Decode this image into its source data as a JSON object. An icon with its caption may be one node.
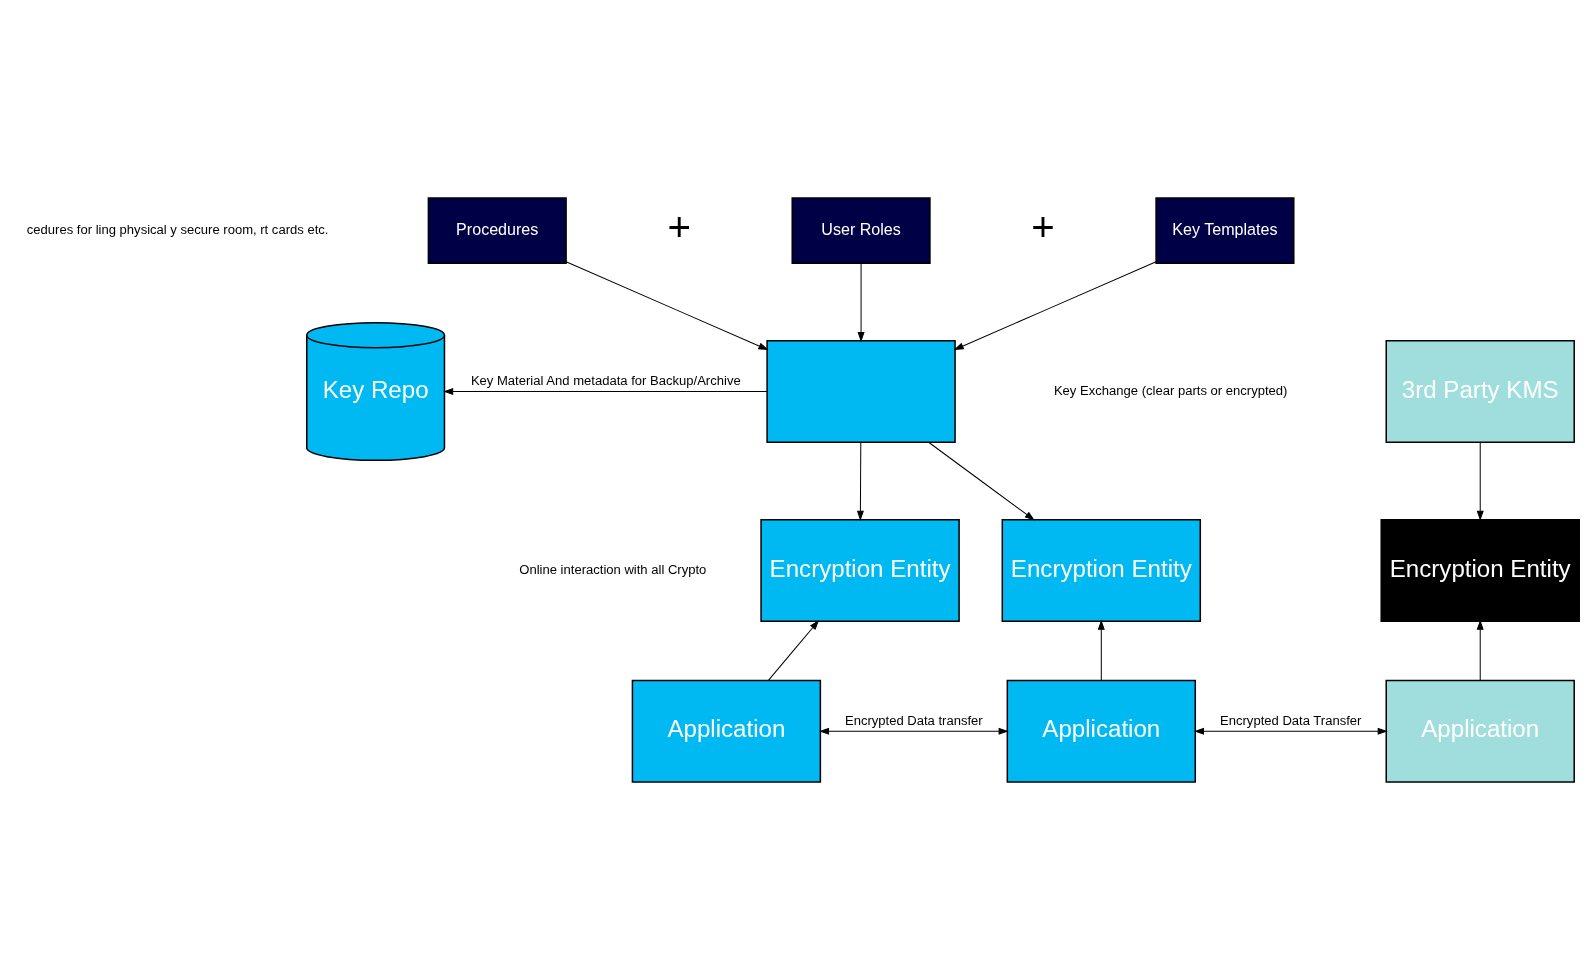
{
  "diagram": {
    "nodes": [
      {
        "text": [
          "Procedures"
        ]
      },
      {
        "text": [
          "User Roles"
        ]
      },
      {
        "text": [
          "Key Templates"
        ]
      },
      {
        "text": [
          "Key Repo"
        ]
      },
      {
        "text": [],
        "shape": "box"
      },
      {
        "text": [
          "3rd Party KMS"
        ]
      },
      {
        "text": [
          "Encryption Entity"
        ]
      },
      {
        "text": [
          "Encryption Entity"
        ]
      },
      {
        "text": [
          "Encryption Entity"
        ]
      },
      {
        "text": [
          "Application"
        ]
      },
      {
        "text": [
          "Application"
        ]
      },
      {
        "text": [
          "Application"
        ]
      }
    ],
    "edges": [
      {
        "from": 0,
        "to": 4,
        "arrow": "to"
      },
      {
        "from": 1,
        "to": 4,
        "arrow": "to"
      },
      {
        "from": 2,
        "to": 4,
        "arrow": "to"
      },
      {
        "from": 4,
        "to": 3,
        "arrow": "to",
        "label": "Key Material And metadata for Backup/Archive"
      },
      {
        "from": 4,
        "to": 6,
        "arrow": "to"
      },
      {
        "from": 4,
        "to": 7,
        "arrow": "to"
      },
      {
        "from": 5,
        "to": 8,
        "arrow": "to"
      },
      {
        "from": 9,
        "to": 6,
        "arrow": "to"
      },
      {
        "from": 10,
        "to": 7,
        "arrow": "to"
      },
      {
        "from": 11,
        "to": 8,
        "arrow": "to"
      },
      {
        "from": 9,
        "to": 10,
        "arrow": "both",
        "label": "Encrypted Data transfer"
      },
      {
        "from": 10,
        "to": 11,
        "arrow": "both",
        "label": "Encrypted Data Transfer"
      }
    ],
    "labels": [
      "cedures for ling physical y secure room, rt cards etc.",
      "+",
      "+",
      "Key Exchange (clear parts or encrypted)",
      "Online interaction with all Crypto"
    ]
  }
}
